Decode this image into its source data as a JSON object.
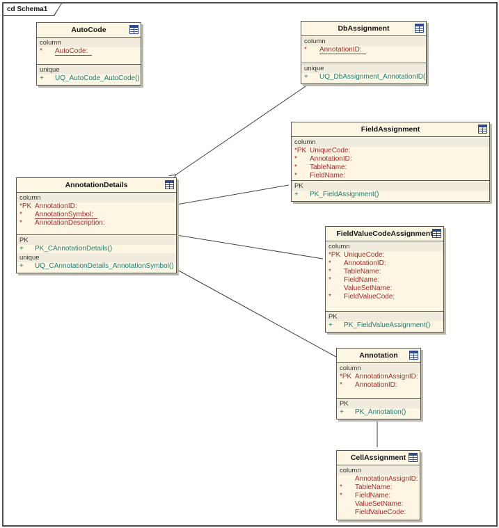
{
  "frame": {
    "label": "cd Schema1"
  },
  "colors": {
    "box_fill": "#fcf6e3",
    "strip": "#f0ebdc",
    "box_border": "#55554d",
    "shadow": "#bdb9ae",
    "column_text": "#a02c2c",
    "operation_text": "#1c7c74",
    "frame_border": "#4d4d4d",
    "connector": "#3f3f3f",
    "icon_blue": "#2e4a8f"
  },
  "entities": [
    {
      "id": "autocode",
      "title": "AutoCode",
      "icon": "table-icon",
      "compartments": [
        {
          "sections": [
            {
              "label": "column",
              "kind": "columns",
              "rows": [
                {
                  "marker": "*",
                  "text": "AutoCode:",
                  "underline": true
                }
              ]
            }
          ]
        },
        {
          "sections": [
            {
              "label": "unique",
              "kind": "operations",
              "rows": [
                {
                  "marker": "+",
                  "text": "UQ_AutoCode_AutoCode()"
                }
              ]
            }
          ]
        }
      ]
    },
    {
      "id": "dbassignment",
      "title": "DbAssignment",
      "icon": "table-icon",
      "compartments": [
        {
          "sections": [
            {
              "label": "column",
              "kind": "columns",
              "rows": [
                {
                  "marker": "*",
                  "text": "AnnotationID:",
                  "underline": true
                }
              ]
            }
          ]
        },
        {
          "sections": [
            {
              "label": "unique",
              "kind": "operations",
              "rows": [
                {
                  "marker": "+",
                  "text": "UQ_DbAssignment_AnnotationID()"
                }
              ]
            }
          ]
        }
      ]
    },
    {
      "id": "fieldassignment",
      "title": "FieldAssignment",
      "icon": "table-icon",
      "compartments": [
        {
          "sections": [
            {
              "label": "column",
              "kind": "columns",
              "rows": [
                {
                  "marker": "*PK",
                  "text": "UniqueCode:"
                },
                {
                  "marker": "*",
                  "text": "AnnotationID:"
                },
                {
                  "marker": "*",
                  "text": "TableName:"
                },
                {
                  "marker": "*",
                  "text": "FieldName:"
                }
              ]
            }
          ]
        },
        {
          "sections": [
            {
              "label": "PK",
              "kind": "operations",
              "rows": [
                {
                  "marker": "+",
                  "text": "PK_FieldAssignment()"
                }
              ]
            }
          ]
        }
      ]
    },
    {
      "id": "annotationdetails",
      "title": "AnnotationDetails",
      "icon": "table-icon",
      "compartments": [
        {
          "sections": [
            {
              "label": "column",
              "kind": "columns",
              "rows": [
                {
                  "marker": "*PK",
                  "text": "AnnotationID:"
                },
                {
                  "marker": "*",
                  "text": "AnnotationSymbol:",
                  "underline": true
                },
                {
                  "marker": "*",
                  "text": "AnnotationDescription:"
                }
              ]
            }
          ]
        },
        {
          "sections": [
            {
              "label": "PK",
              "kind": "operations",
              "rows": [
                {
                  "marker": "+",
                  "text": "PK_CAnnotationDetails()"
                }
              ]
            },
            {
              "label": "unique",
              "kind": "operations",
              "rows": [
                {
                  "marker": "+",
                  "text": "UQ_CAnnotationDetails_AnnotationSymbol()"
                }
              ]
            }
          ]
        }
      ]
    },
    {
      "id": "fieldvaluecodeassignment",
      "title": "FieldValueCodeAssignment",
      "icon": "table-icon",
      "compartments": [
        {
          "sections": [
            {
              "label": "column",
              "kind": "columns",
              "rows": [
                {
                  "marker": "*PK",
                  "text": "UniqueCode:"
                },
                {
                  "marker": "*",
                  "text": "AnnotationID:"
                },
                {
                  "marker": "*",
                  "text": "TableName:"
                },
                {
                  "marker": "*",
                  "text": "FieldName:"
                },
                {
                  "marker": "",
                  "text": "ValueSetName:"
                },
                {
                  "marker": "*",
                  "text": "FieldValueCode:"
                }
              ]
            }
          ]
        },
        {
          "sections": [
            {
              "label": "PK",
              "kind": "operations",
              "rows": [
                {
                  "marker": "+",
                  "text": "PK_FieldValueAssignment()"
                }
              ]
            }
          ]
        }
      ]
    },
    {
      "id": "annotation",
      "title": "Annotation",
      "icon": "table-icon",
      "compartments": [
        {
          "sections": [
            {
              "label": "column",
              "kind": "columns",
              "rows": [
                {
                  "marker": "*PK",
                  "text": "AnnotationAssignID:"
                },
                {
                  "marker": "*",
                  "text": "AnnotationID:"
                }
              ]
            }
          ]
        },
        {
          "sections": [
            {
              "label": "PK",
              "kind": "operations",
              "rows": [
                {
                  "marker": "+",
                  "text": "PK_Annotation()"
                }
              ]
            }
          ]
        }
      ]
    },
    {
      "id": "cellassignment",
      "title": "CellAssignment",
      "icon": "table-icon",
      "compartments": [
        {
          "sections": [
            {
              "label": "column",
              "kind": "columns",
              "rows": [
                {
                  "marker": "",
                  "text": "AnnotationAssignID:"
                },
                {
                  "marker": "*",
                  "text": "TableName:"
                },
                {
                  "marker": "*",
                  "text": "FieldName:"
                },
                {
                  "marker": "",
                  "text": "ValueSetName:"
                },
                {
                  "marker": "",
                  "text": "FieldValueCode:"
                }
              ]
            }
          ]
        }
      ]
    }
  ],
  "connectors": [
    {
      "name": "dbassignment-to-annotationdetails",
      "source": "DbAssignment",
      "target": "AnnotationDetails",
      "arrow": "open"
    },
    {
      "name": "fieldassignment-to-annotationdetails",
      "source": "FieldAssignment",
      "target": "AnnotationDetails",
      "arrow": "open"
    },
    {
      "name": "fieldvaluecodeassignment-to-annotationdetails",
      "source": "FieldValueCodeAssignment",
      "target": "AnnotationDetails",
      "arrow": "open"
    },
    {
      "name": "annotation-to-annotationdetails",
      "source": "Annotation",
      "target": "AnnotationDetails",
      "arrow": "open"
    },
    {
      "name": "cellassignment-to-annotation",
      "source": "CellAssignment",
      "target": "Annotation",
      "arrow": "open"
    }
  ]
}
